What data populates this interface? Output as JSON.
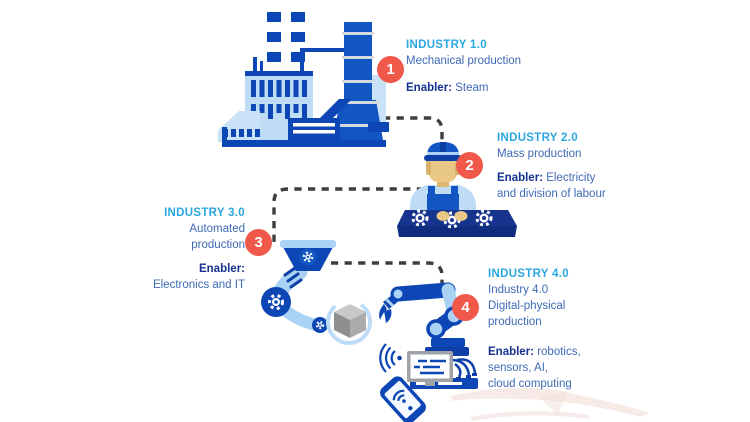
{
  "colors": {
    "title_cyan": "#2BA7E0",
    "body_blue": "#3F6AB5",
    "enabler_navy": "#16318F",
    "badge_red": "#F0584A",
    "connector": "#3D3D3D",
    "dark_blue": "#0D47B5",
    "mid_blue": "#1256C4",
    "navy": "#16338E",
    "light_blue": "#A9D2F4",
    "pale_blue": "#C9E2F8",
    "skin_tan": "#E9C885",
    "cube_gray": "#ABABA9",
    "watermark_pink": "#F0D9D4"
  },
  "stages": [
    {
      "number": "1",
      "title": "INDUSTRY 1.0",
      "description": "Mechanical production",
      "enabler_label": "Enabler:",
      "enabler_rest": " Steam",
      "illustration": "factory"
    },
    {
      "number": "2",
      "title": "INDUSTRY 2.0",
      "description": "Mass production",
      "enabler_label": "Enabler:",
      "enabler_rest": " Electricity",
      "enabler_line2": "and division of labour",
      "illustration": "assembly-line-worker"
    },
    {
      "number": "3",
      "title": "INDUSTRY 3.0",
      "description": "Automated production",
      "enabler_label": "Enabler:",
      "enabler_line2": "Electronics and IT",
      "illustration": "robotic-arm"
    },
    {
      "number": "4",
      "title": "INDUSTRY 4.0",
      "description": "Industry 4.0",
      "description2": "Digital-physical production",
      "enabler_label": "Enabler:",
      "enabler_rest": " robotics,",
      "enabler_line2": "sensors, AI,",
      "enabler_line3": "cloud computing",
      "illustration": "connected-robot-devices"
    }
  ]
}
